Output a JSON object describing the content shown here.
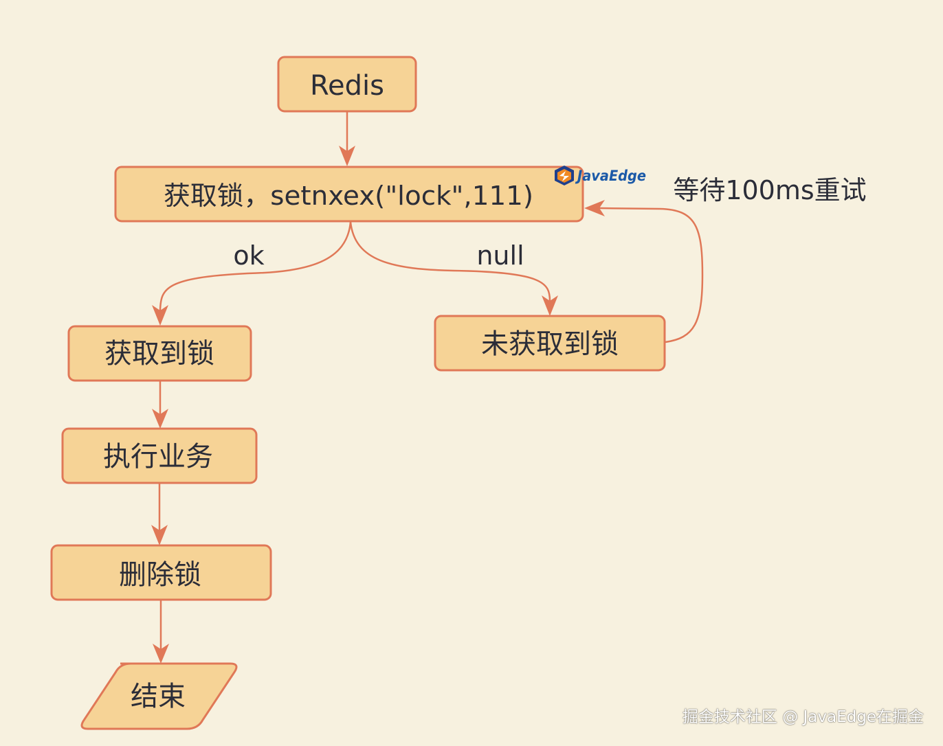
{
  "diagram": {
    "nodes": {
      "redis": "Redis",
      "acquire": "获取锁，setnxex(\"lock\",111)",
      "acquired": "获取到锁",
      "not_acquired": "未获取到锁",
      "execute": "执行业务",
      "delete": "删除锁",
      "end": "结束"
    },
    "edge_labels": {
      "ok": "ok",
      "null": "null",
      "retry": "等待100ms重试"
    }
  },
  "logo": {
    "text": "JavaEdge"
  },
  "watermark": {
    "text": "掘金技术社区 @ JavaEdge在掘金"
  },
  "colors": {
    "background": "#f7f1df",
    "node_fill": "#f6d396",
    "node_stroke": "#e07857",
    "edge": "#e07857",
    "text": "#2b2d38"
  }
}
